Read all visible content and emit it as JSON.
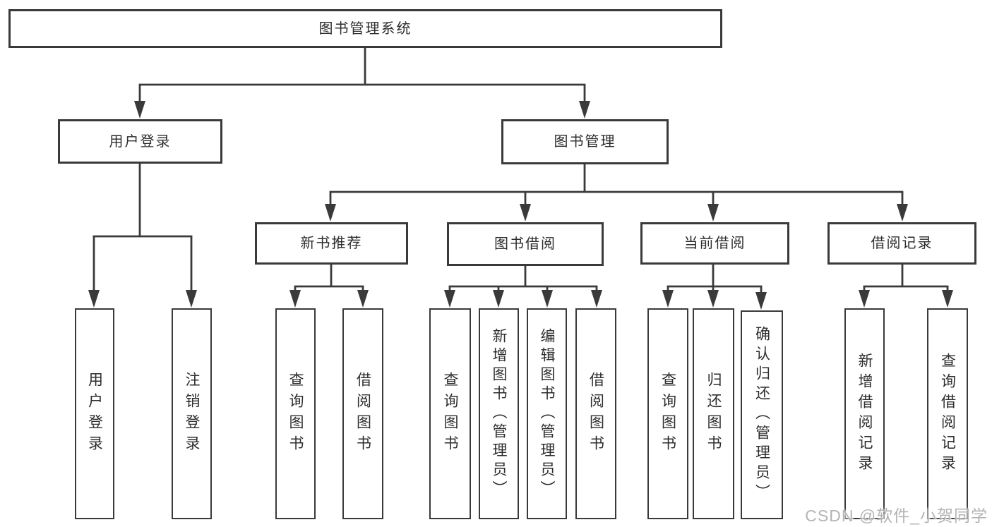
{
  "diagram": {
    "root": {
      "label": "图书管理系统"
    },
    "level2": {
      "user_login": {
        "label": "用户登录"
      },
      "book_mgmt": {
        "label": "图书管理"
      }
    },
    "level3": {
      "new_book": {
        "label": "新书推荐"
      },
      "book_borrow": {
        "label": "图书借阅"
      },
      "current_borrow": {
        "label": "当前借阅"
      },
      "borrow_record": {
        "label": "借阅记录"
      }
    },
    "leaves": {
      "user_login": [
        "用户登录",
        "注销登录"
      ],
      "new_book": [
        "查询图书",
        "借阅图书"
      ],
      "book_borrow": [
        "查询图书",
        "新增图书（管理员）",
        "编辑图书（管理员）",
        "借阅图书"
      ],
      "current_borrow": [
        "查询图书",
        "归还图书",
        "确认归还（管理员）"
      ],
      "borrow_record": [
        "新增借阅记录",
        "查询借阅记录"
      ]
    },
    "colors": {
      "line": "#3a3a3a",
      "text": "#2d2d2d",
      "box_background": "#ffffff",
      "watermark": "#b4b4b4"
    },
    "watermark": "CSDN @软件_小贺同学"
  }
}
